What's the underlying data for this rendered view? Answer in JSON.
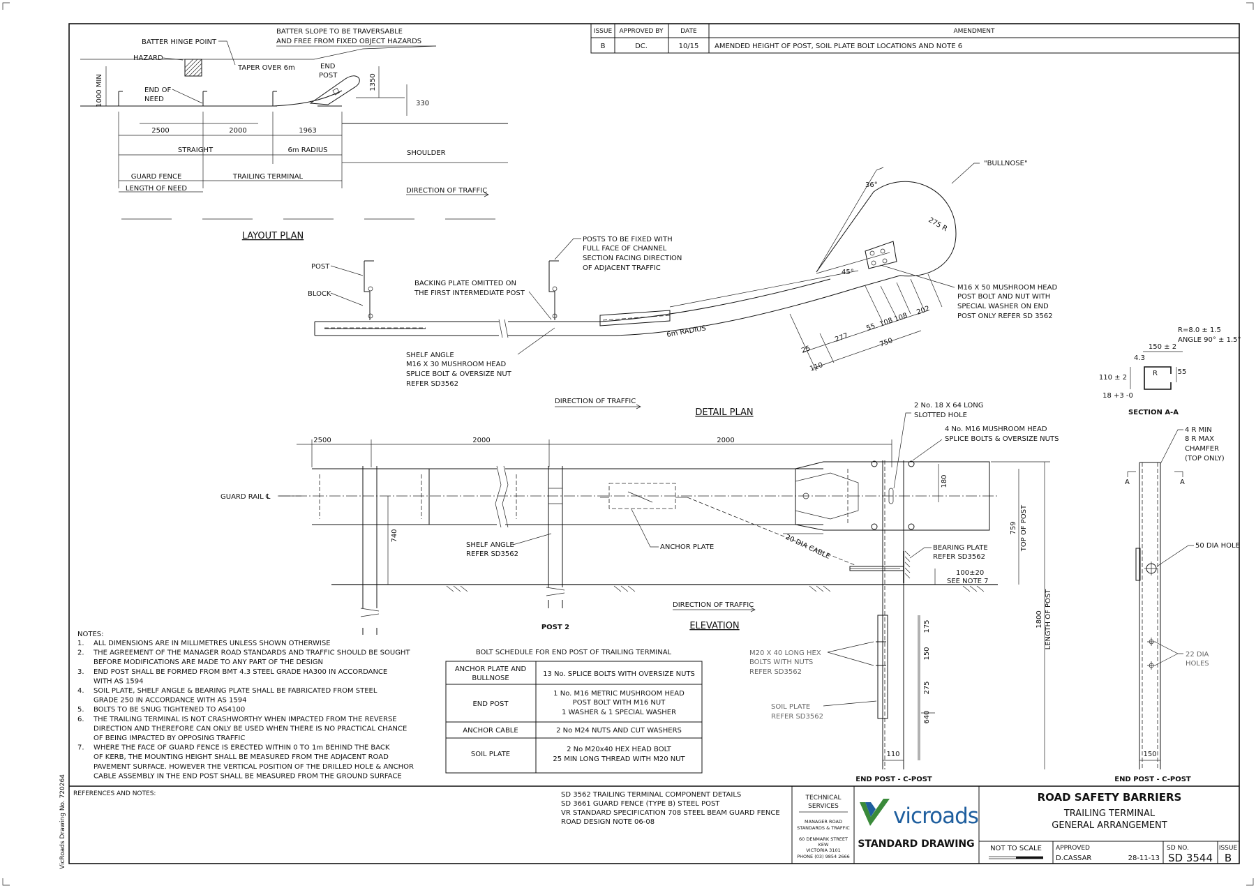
{
  "revision_table": {
    "headers": [
      "ISSUE",
      "APPROVED BY",
      "DATE",
      "AMENDMENT"
    ],
    "row": [
      "B",
      "DC.",
      "10/15",
      "AMENDED HEIGHT OF POST, SOIL PLATE BOLT LOCATIONS AND NOTE 6"
    ]
  },
  "layout_plan": {
    "title": "LAYOUT PLAN",
    "batter_slope_1": "BATTER SLOPE TO BE TRAVERSABLE",
    "batter_slope_2": "AND FREE FROM FIXED OBJECT HAZARDS",
    "batter_hinge": "BATTER HINGE POINT",
    "hazard": "HAZARD",
    "taper": "TAPER OVER 6m",
    "end_post_1": "END",
    "end_post_2": "POST",
    "end_of_need_1": "END OF",
    "end_of_need_2": "NEED",
    "min_1000": "1000 MIN",
    "dim_1350": "1350",
    "dim_330": "330",
    "dim_2500": "2500",
    "dim_2000": "2000",
    "dim_1963": "1963",
    "straight": "STRAIGHT",
    "radius_6m": "6m RADIUS",
    "shoulder": "SHOULDER",
    "guard_fence": "GUARD FENCE",
    "trailing_terminal": "TRAILING TERMINAL",
    "length_of_need": "LENGTH OF NEED",
    "direction": "DIRECTION OF TRAFFIC"
  },
  "detail_plan": {
    "title": "DETAIL PLAN",
    "post": "POST",
    "block": "BLOCK",
    "posts_fixed_1": "POSTS TO BE FIXED WITH",
    "posts_fixed_2": "FULL FACE OF CHANNEL",
    "posts_fixed_3": "SECTION FACING DIRECTION",
    "posts_fixed_4": "OF ADJACENT TRAFFIC",
    "backing_1": "BACKING PLATE OMITTED ON",
    "backing_2": "THE FIRST INTERMEDIATE POST",
    "shelf_1": "SHELF ANGLE",
    "shelf_2": "M16 X 30 MUSHROOM HEAD",
    "shelf_3": "SPLICE BOLT & OVERSIZE NUT",
    "shelf_4": "REFER SD3562",
    "radius": "6m RADIUS",
    "bullnose": "\"BULLNOSE\"",
    "r275": "275 R",
    "angle36": "36°",
    "angle45": "45°",
    "m16_1": "M16 X 50 MUSHROOM HEAD",
    "m16_2": "POST BOLT AND NUT WITH",
    "m16_3": "SPECIAL WASHER ON END",
    "m16_4": "POST ONLY REFER SD 3562",
    "d25": "25",
    "d277": "277",
    "d55": "55",
    "d108a": "108",
    "d108b": "108",
    "d202": "202",
    "d750": "750",
    "d110": "110",
    "direction": "DIRECTION OF TRAFFIC"
  },
  "section_aa": {
    "title": "SECTION A-A",
    "r_spec": "R=8.0 ± 1.5",
    "angle_spec": "ANGLE 90° ± 1.5°",
    "d150": "150 ± 2",
    "d43": "4.3",
    "r": "R",
    "d55": "55",
    "d110": "110 ± 2",
    "d18": "18 +3 -0"
  },
  "elevation": {
    "title": "ELEVATION",
    "d2500": "2500",
    "d2000a": "2000",
    "d2000b": "2000",
    "guard_rail": "GUARD RAIL ℄",
    "slotted_1": "2 No. 18 X 64 LONG",
    "slotted_2": "SLOTTED HOLE",
    "splice_1": "4 No. M16 MUSHROOM HEAD",
    "splice_2": "SPLICE BOLTS & OVERSIZE NUTS",
    "d180": "180",
    "d740": "740",
    "d759": "759",
    "top_of_post": "TOP OF POST",
    "shelf_1": "SHELF ANGLE",
    "shelf_2": "REFER SD3562",
    "anchor": "ANCHOR PLATE",
    "cable": "20 DIA CABLE",
    "bearing_1": "BEARING PLATE",
    "bearing_2": "REFER SD3562",
    "d100": "100±20",
    "note7": "SEE NOTE 7",
    "post2": "POST 2",
    "direction": "DIRECTION OF TRAFFIC",
    "length_of_post": "LENGTH OF POST",
    "d1800": "1800"
  },
  "end_post": {
    "title": "END POST - C-POST",
    "m20_1": "M20 X 40 LONG HEX",
    "m20_2": "BOLTS WITH NUTS",
    "m20_3": "REFER SD3562",
    "soil_1": "SOIL PLATE",
    "soil_2": "REFER SD3562",
    "d175": "175",
    "d150": "150",
    "d275": "275",
    "d640": "640",
    "d110": "110"
  },
  "end_post_side": {
    "title": "END POST - C-POST",
    "chamfer_1": "4 R MIN",
    "chamfer_2": "8 R MAX",
    "chamfer_3": "CHAMFER",
    "chamfer_4": "(TOP ONLY)",
    "a_left": "A",
    "a_right": "A",
    "hole50": "50 DIA HOLE",
    "holes22_1": "22 DIA",
    "holes22_2": "HOLES",
    "d150": "150"
  },
  "notes": {
    "heading": "NOTES:",
    "lines": [
      {
        "n": "1.",
        "t": "ALL DIMENSIONS ARE IN MILLIMETRES UNLESS SHOWN OTHERWISE"
      },
      {
        "n": "2.",
        "t": "THE AGREEMENT OF THE MANAGER ROAD STANDARDS AND TRAFFIC SHOULD BE SOUGHT"
      },
      {
        "n": "",
        "t": "BEFORE MODIFICATIONS ARE MADE TO ANY PART OF THE DESIGN"
      },
      {
        "n": "3.",
        "t": "END POST SHALL BE FORMED FROM BMT 4.3 STEEL GRADE HA300 IN ACCORDANCE"
      },
      {
        "n": "",
        "t": "WITH AS 1594"
      },
      {
        "n": "4.",
        "t": "SOIL PLATE, SHELF ANGLE & BEARING PLATE SHALL BE FABRICATED FROM STEEL"
      },
      {
        "n": "",
        "t": "GRADE 250 IN ACCORDANCE WITH AS 1594"
      },
      {
        "n": "5.",
        "t": "BOLTS TO BE SNUG TIGHTENED TO AS4100"
      },
      {
        "n": "6.",
        "t": "THE TRAILING TERMINAL IS NOT CRASHWORTHY WHEN IMPACTED FROM THE REVERSE"
      },
      {
        "n": "",
        "t": "DIRECTION AND THEREFORE CAN ONLY BE USED WHEN THERE IS NO PRACTICAL CHANCE"
      },
      {
        "n": "",
        "t": "OF BEING IMPACTED BY OPPOSING TRAFFIC"
      },
      {
        "n": "7.",
        "t": "WHERE THE FACE OF GUARD FENCE IS ERECTED WITHIN 0 TO 1m BEHIND THE BACK"
      },
      {
        "n": "",
        "t": "OF KERB, THE MOUNTING HEIGHT SHALL BE MEASURED FROM THE ADJACENT ROAD"
      },
      {
        "n": "",
        "t": "PAVEMENT SURFACE. HOWEVER THE VERTICAL POSITION OF THE DRILLED HOLE & ANCHOR"
      },
      {
        "n": "",
        "t": "CABLE ASSEMBLY IN THE END POST SHALL BE MEASURED FROM THE GROUND SURFACE"
      }
    ]
  },
  "bolt_schedule": {
    "title": "BOLT SCHEDULE FOR END POST OF TRAILING TERMINAL",
    "rows": [
      {
        "item": [
          "ANCHOR PLATE AND",
          "BULLNOSE"
        ],
        "spec": [
          "13 No. SPLICE BOLTS WITH OVERSIZE NUTS"
        ]
      },
      {
        "item": [
          "END POST"
        ],
        "spec": [
          "1 No. M16 METRIC MUSHROOM HEAD",
          "POST BOLT WITH M16 NUT",
          "1 WASHER & 1 SPECIAL WASHER"
        ]
      },
      {
        "item": [
          "ANCHOR CABLE"
        ],
        "spec": [
          "2 No M24 NUTS AND CUT WASHERS"
        ]
      },
      {
        "item": [
          "SOIL PLATE"
        ],
        "spec": [
          "2 No M20x40 HEX HEAD BOLT",
          "25 MIN LONG THREAD WITH M20 NUT"
        ]
      }
    ]
  },
  "title_block": {
    "side_label": "VicRoads Drawing No. 720264",
    "refs_label": "REFERENCES AND NOTES:",
    "refs": [
      "SD 3562 TRAILING TERMINAL COMPONENT DETAILS",
      "SD 3661 GUARD FENCE (TYPE B) STEEL POST",
      "VR STANDARD SPECIFICATION 708 STEEL BEAM GUARD FENCE",
      "ROAD DESIGN NOTE 06-08"
    ],
    "tech_1": "TECHNICAL",
    "tech_2": "SERVICES",
    "mgr_1": "MANAGER ROAD",
    "mgr_2": "STANDARDS & TRAFFIC",
    "addr_1": "60 DENMARK STREET",
    "addr_2": "KEW",
    "addr_3": "VICTORIA 3101",
    "addr_4": "PHONE (03) 9854 2666",
    "logo": "vicroads",
    "standard": "STANDARD DRAWING",
    "heading": "ROAD SAFETY BARRIERS",
    "subtitle_1": "TRAILING TERMINAL",
    "subtitle_2": "GENERAL ARRANGEMENT",
    "scale": "NOT TO SCALE",
    "approved_label": "APPROVED",
    "approved_by": "D.CASSAR",
    "approved_date": "28-11-13",
    "sd_label": "SD NO.",
    "sd_no": "SD 3544",
    "issue_label": "ISSUE",
    "issue": "B"
  }
}
